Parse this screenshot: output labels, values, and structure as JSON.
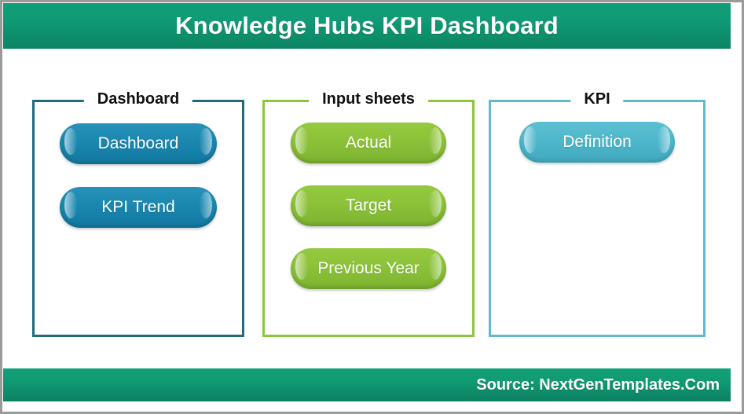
{
  "header": {
    "title": "Knowledge Hubs KPI Dashboard",
    "background_color": "#0f9e77",
    "text_color": "#ffffff"
  },
  "footer": {
    "source_text": "Source: NextGenTemplates.Com",
    "background_color": "#119a74",
    "text_color": "#ffffff"
  },
  "panels": [
    {
      "id": "dashboard",
      "legend": "Dashboard",
      "border_color": "#1f6b7d",
      "button_color": "#1a87b0",
      "buttons": [
        {
          "label": "Dashboard"
        },
        {
          "label": "KPI Trend"
        }
      ]
    },
    {
      "id": "input-sheets",
      "legend": "Input sheets",
      "border_color": "#8cc63e",
      "button_color": "#8cc239",
      "buttons": [
        {
          "label": "Actual"
        },
        {
          "label": "Target"
        },
        {
          "label": "Previous Year"
        }
      ]
    },
    {
      "id": "kpi",
      "legend": "KPI",
      "border_color": "#62b9cd",
      "button_color": "#4fb7cb",
      "buttons": [
        {
          "label": "Definition"
        }
      ]
    }
  ]
}
